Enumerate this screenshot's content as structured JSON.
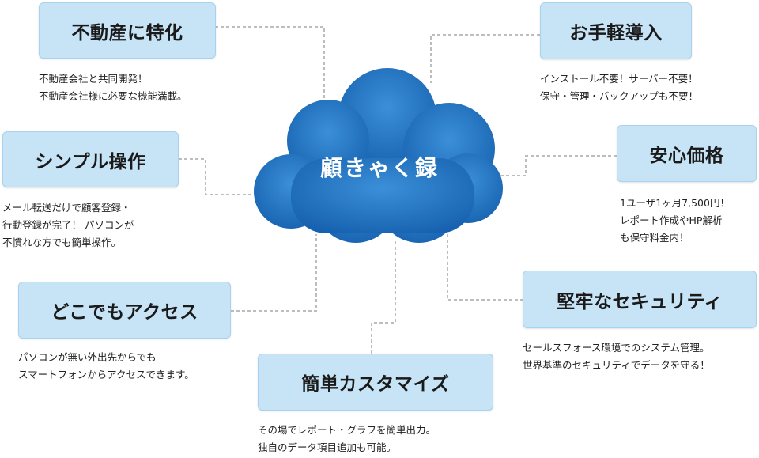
{
  "center": {
    "title": "顧きゃく録"
  },
  "features": [
    {
      "title": "不動産に特化",
      "desc": [
        "不動産会社と共同開発！",
        "不動産会社様に必要な機能満載。"
      ]
    },
    {
      "title": "お手軽導入",
      "desc": [
        "インストール不要！サーバー不要！",
        "保守・管理・バックアップも不要！"
      ]
    },
    {
      "title": "シンプル操作",
      "desc": [
        "メール転送だけで顧客登録・",
        "行動登録が完了！ パソコンが",
        "不慣れな方でも簡単操作。"
      ]
    },
    {
      "title": "安心価格",
      "desc": [
        "1ユーザ1ヶ月7,500円！",
        "レポート作成やHP解析",
        "も保守料金内！"
      ]
    },
    {
      "title": "どこでもアクセス",
      "desc": [
        "パソコンが無い外出先からでも",
        "スマートフォンからアクセスできます。"
      ]
    },
    {
      "title": "堅牢なセキュリティ",
      "desc": [
        "セールスフォース環境でのシステム管理。",
        "世界基準のセキュリティでデータを守る！"
      ]
    },
    {
      "title": "簡単カスタマイズ",
      "desc": [
        "その場でレポート・グラフを簡単出力。",
        "独自のデータ項目追加も可能。"
      ]
    }
  ],
  "colors": {
    "box_fill": "#c6e4f6",
    "cloud_fill": "#1f72c1",
    "connector": "#bdbdbd"
  }
}
